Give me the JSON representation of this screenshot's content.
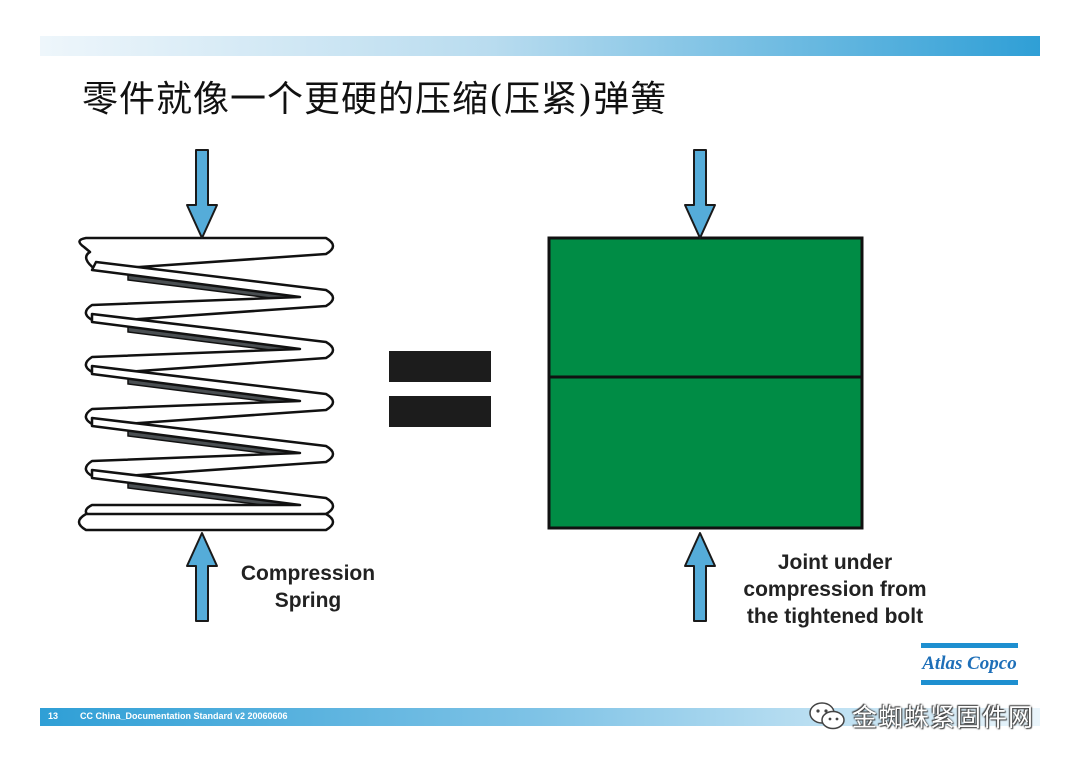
{
  "slide": {
    "title": "零件就像一个更硬的压缩(压紧)弹簧"
  },
  "spring": {
    "label_line1": "Compression",
    "label_line2": "Spring"
  },
  "joint": {
    "label_line1": "Joint under",
    "label_line2": "compression from",
    "label_line3": "the tightened bolt",
    "fill_color": "#008c45"
  },
  "equals_symbol": "=",
  "colors": {
    "arrow_fill": "#55acd9",
    "spring_dark": "#4a4f52",
    "equals": "#1c1c1c"
  },
  "logo": {
    "text": "Atlas Copco"
  },
  "footer": {
    "page_number": "13",
    "text": "CC China_Documentation Standard v2 20060606"
  },
  "watermark": {
    "text": "金蜘蛛紧固件网",
    "icon": "wechat-icon"
  }
}
